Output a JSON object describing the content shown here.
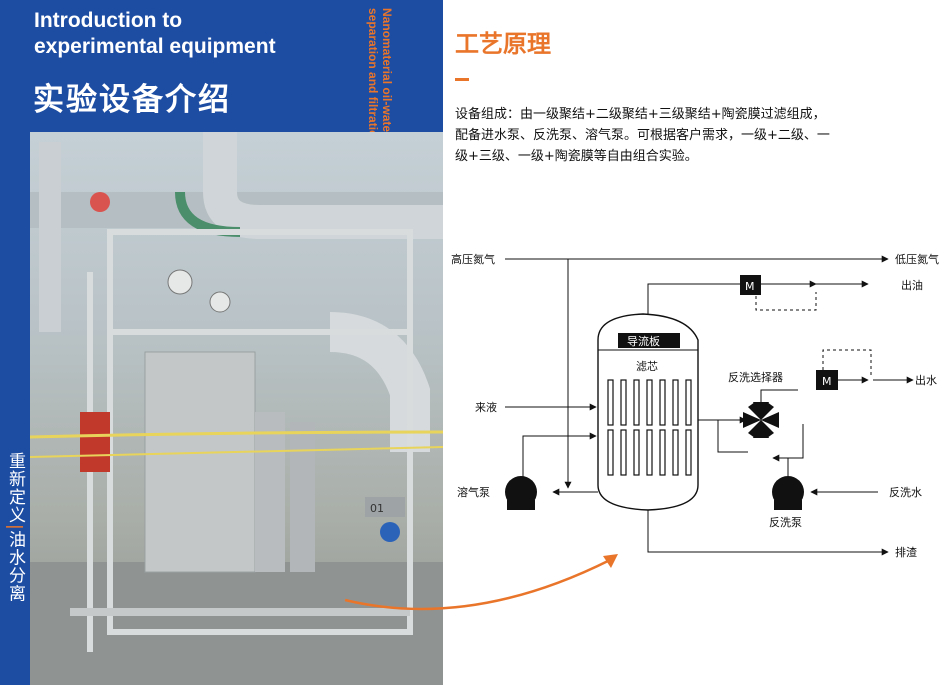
{
  "header": {
    "en_title": "Introduction to\nexperimental equipment",
    "cn_title": "实验设备介绍",
    "vertical_en": "Nanomaterial oil-water\nseparation and filtration system—"
  },
  "tagline": {
    "part1": "重新定义",
    "sep": "|",
    "part2": "油水分离"
  },
  "photo": {
    "plate_text": "01"
  },
  "section": {
    "title": "工艺原理",
    "description": "设备组成：由一级聚结+二级聚结+三级聚结+陶瓷膜过滤组成，配备进水泵、反洗泵、溶气泵。可根据客户需求，一级+二级、一级+三级、一级+陶瓷膜等自由组合实验。"
  },
  "diagram": {
    "labels": {
      "hp_nitrogen": "高压氮气",
      "lp_nitrogen": "低压氮气",
      "oil_out": "出油",
      "water_out": "出水",
      "feed": "来液",
      "air_pump": "溶气泵",
      "backwash_water": "反洗水",
      "backwash_pump": "反洗泵",
      "slag": "排渣",
      "selector": "反洗选择器",
      "baffle": "导流板",
      "filter_core": "滤芯",
      "motor1": "M",
      "motor2": "M"
    }
  },
  "colors": {
    "panel": "#1d4da3",
    "accent": "#e9752b"
  }
}
